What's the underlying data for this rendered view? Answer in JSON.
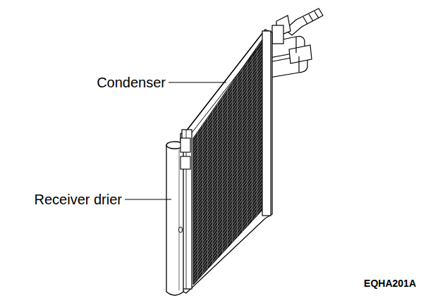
{
  "diagram": {
    "labels": [
      "Condenser",
      "Receiver drier",
      "EQHA201A"
    ]
  }
}
